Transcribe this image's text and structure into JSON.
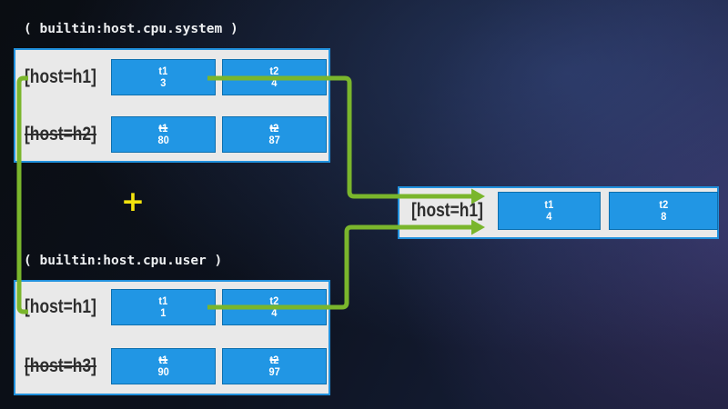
{
  "slide": {
    "operator": "+",
    "colors": {
      "box_blue": "#2196e4",
      "box_border": "#0d6fae",
      "panel_bg": "#e9e9e9",
      "panel_border": "#2191dd",
      "arrow_green": "#7ab62c",
      "plus_yellow": "#f2e20d",
      "title_white": "#eef0f2",
      "label_dark": "#2e2e2e"
    },
    "metrics": [
      {
        "title": "( builtin:host.cpu.system )",
        "rows": [
          {
            "label": "[host=h1]",
            "deleted": false,
            "cells": [
              {
                "t": "t1",
                "v": "3"
              },
              {
                "t": "t2",
                "v": "4"
              }
            ]
          },
          {
            "label": "[host=h2]",
            "deleted": true,
            "cells": [
              {
                "t": "t1",
                "v": "80"
              },
              {
                "t": "t2",
                "v": "87"
              }
            ]
          }
        ]
      },
      {
        "title": "( builtin:host.cpu.user )",
        "rows": [
          {
            "label": "[host=h1]",
            "deleted": false,
            "cells": [
              {
                "t": "t1",
                "v": "1"
              },
              {
                "t": "t2",
                "v": "4"
              }
            ]
          },
          {
            "label": "[host=h3]",
            "deleted": true,
            "cells": [
              {
                "t": "t1",
                "v": "90"
              },
              {
                "t": "t2",
                "v": "97"
              }
            ]
          }
        ]
      }
    ],
    "result": {
      "rows": [
        {
          "label": "[host=h1]",
          "deleted": false,
          "cells": [
            {
              "t": "t1",
              "v": "4"
            },
            {
              "t": "t2",
              "v": "8"
            }
          ]
        }
      ]
    }
  }
}
